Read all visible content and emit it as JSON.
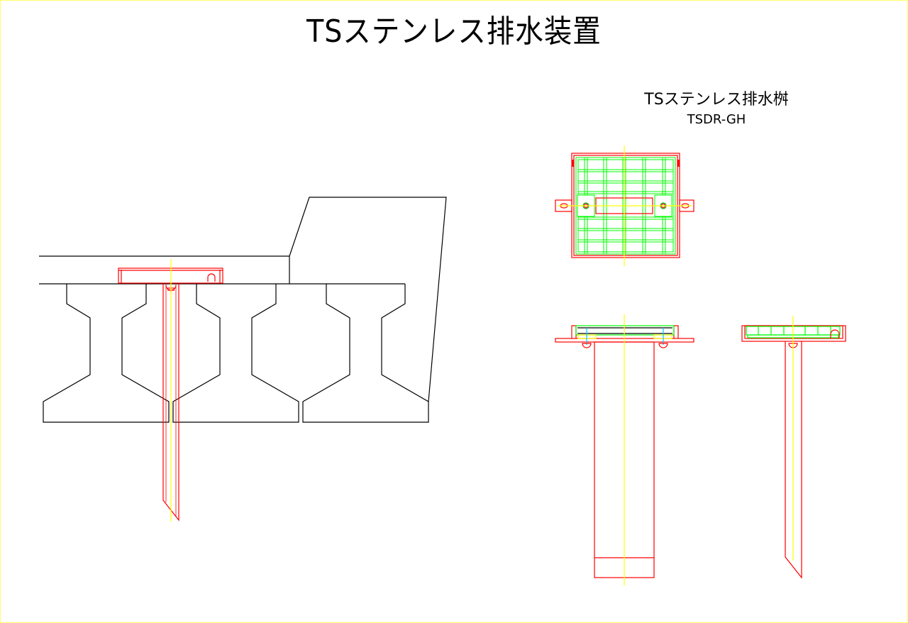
{
  "title": "TSステンレス排水装置",
  "product": {
    "name": "TSステンレス排水桝",
    "model": "TSDR-GH"
  },
  "colors": {
    "structure": "#000000",
    "drain_body": "#ff0000",
    "grating": "#00ff00",
    "centerline": "#ffff00",
    "detail": "#00c8ff"
  }
}
